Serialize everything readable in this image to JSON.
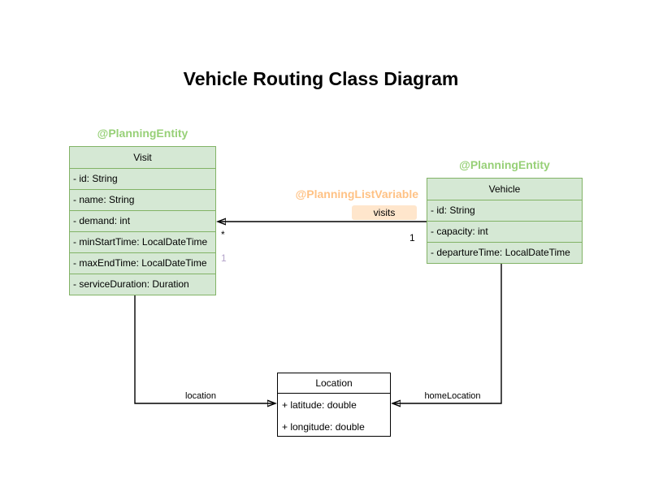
{
  "title": "Vehicle Routing Class Diagram",
  "classes": {
    "visit": {
      "stereotype": "@PlanningEntity",
      "name": "Visit",
      "attributes": [
        "- id: String",
        "- name: String",
        "- demand: int",
        "- minStartTime: LocalDateTime",
        "- maxEndTime: LocalDateTime",
        "- serviceDuration: Duration"
      ]
    },
    "vehicle": {
      "stereotype": "@PlanningEntity",
      "name": "Vehicle",
      "attributes": [
        "- id: String",
        "- capacity: int",
        "- departureTime: LocalDateTime"
      ]
    },
    "location": {
      "name": "Location",
      "attributes": [
        "+ latitude: double",
        "+ longitude: double"
      ]
    }
  },
  "edges": {
    "visits": {
      "stereotype": "@PlanningListVariable",
      "label": "visits",
      "multiplicity_visit_end": "*",
      "multiplicity_visit_end_secondary": "1",
      "multiplicity_vehicle_end": "1"
    },
    "visit_location": {
      "label": "location"
    },
    "vehicle_location": {
      "label": "homeLocation"
    }
  },
  "colors": {
    "background": "#ffffff",
    "class_fill": "#d5e8d4",
    "class_border": "#82b366",
    "stereotype_green": "#97d077",
    "stereotype_orange": "#ffc285",
    "visits_label_bg": "#ffe6cc",
    "multiplicity_secondary": "#b3a2c9",
    "plain_class_border": "#000000",
    "edge_stroke": "#000000"
  }
}
